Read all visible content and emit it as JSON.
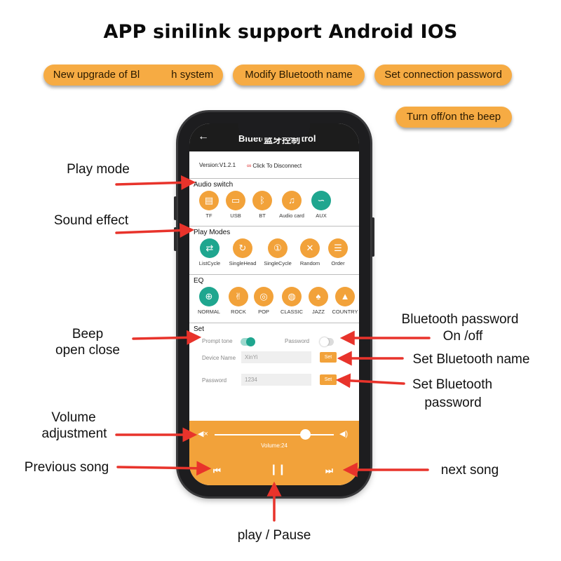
{
  "headline": "APP sinilink support Android IOS",
  "pills": [
    "New upgrade of Bl   h system",
    "Modify Bluetooth name",
    "Set connection password",
    "Turn off/on the beep"
  ],
  "callouts": {
    "play_mode": "Play mode",
    "sound_effect": "Sound effect",
    "beep_1": "Beep",
    "beep_2": "open close",
    "volume_1": "Volume",
    "volume_2": "adjustment",
    "previous": "Previous song",
    "bt_password_1": "Bluetooth password",
    "bt_password_2": "On /off",
    "set_bt_name": "Set Bluetooth name",
    "set_bt_password_1": "Set Bluetooth",
    "set_bt_password_2": "password",
    "next": "next song",
    "play_pause": "play / Pause"
  },
  "app": {
    "back": "←",
    "title": "Bluetooth Control",
    "title_cn": "蓝牙控制",
    "version": "Version:V1.2.1",
    "disconnect": "Click To Disconnect",
    "audio_switch": {
      "title": "Audio switch",
      "items": [
        {
          "label": "TF",
          "glyph": "▤",
          "icon": "sd-card-icon"
        },
        {
          "label": "USB",
          "glyph": "▭",
          "icon": "usb-icon"
        },
        {
          "label": "BT",
          "glyph": "ᛒ",
          "icon": "bluetooth-icon"
        },
        {
          "label": "Audio card",
          "glyph": "♫",
          "icon": "music-note-icon"
        },
        {
          "label": "AUX",
          "glyph": "∽",
          "icon": "aux-cable-icon"
        }
      ]
    },
    "play_modes": {
      "title": "Play Modes",
      "items": [
        {
          "label": "ListCycle",
          "glyph": "⇄",
          "icon": "list-cycle-icon"
        },
        {
          "label": "SingleHead",
          "glyph": "↻",
          "icon": "single-head-icon"
        },
        {
          "label": "SingleCycle",
          "glyph": "①",
          "icon": "single-cycle-icon"
        },
        {
          "label": "Random",
          "glyph": "✕",
          "icon": "shuffle-icon"
        },
        {
          "label": "Order",
          "glyph": "☰",
          "icon": "order-icon"
        }
      ]
    },
    "eq": {
      "title": "EQ",
      "items": [
        {
          "label": "NORMAL",
          "glyph": "⊕",
          "icon": "eq-normal-icon"
        },
        {
          "label": "ROCK",
          "glyph": "✌",
          "icon": "rock-hand-icon"
        },
        {
          "label": "POP",
          "glyph": "◎",
          "icon": "headphones-icon"
        },
        {
          "label": "CLASSIC",
          "glyph": "◍",
          "icon": "vinyl-icon"
        },
        {
          "label": "JAZZ",
          "glyph": "♠",
          "icon": "hat-icon"
        },
        {
          "label": "COUNTRY",
          "glyph": "▲",
          "icon": "house-icon"
        }
      ]
    },
    "set": {
      "title": "Set",
      "prompt_tone_label": "Prompt tone",
      "prompt_tone_on": true,
      "password_label": "Password",
      "password_on": false,
      "device_name_label": "Device Name",
      "device_name_value": "XinYi",
      "password_field_label": "Password",
      "password_value": "1234",
      "set_label": "Set"
    },
    "player": {
      "mute_glyph": "◀×",
      "speaker_glyph": "◀)",
      "volume_text": "Volume:24",
      "volume_value": 24,
      "volume_fraction": 0.76,
      "prev_glyph": "⏮",
      "play_pause_glyph": "❙❙",
      "next_glyph": "⏭"
    }
  },
  "colors": {
    "accent": "#f2a23a",
    "active": "#1fa68f",
    "arrow": "#e8332b",
    "pill": "#f6ab43"
  }
}
